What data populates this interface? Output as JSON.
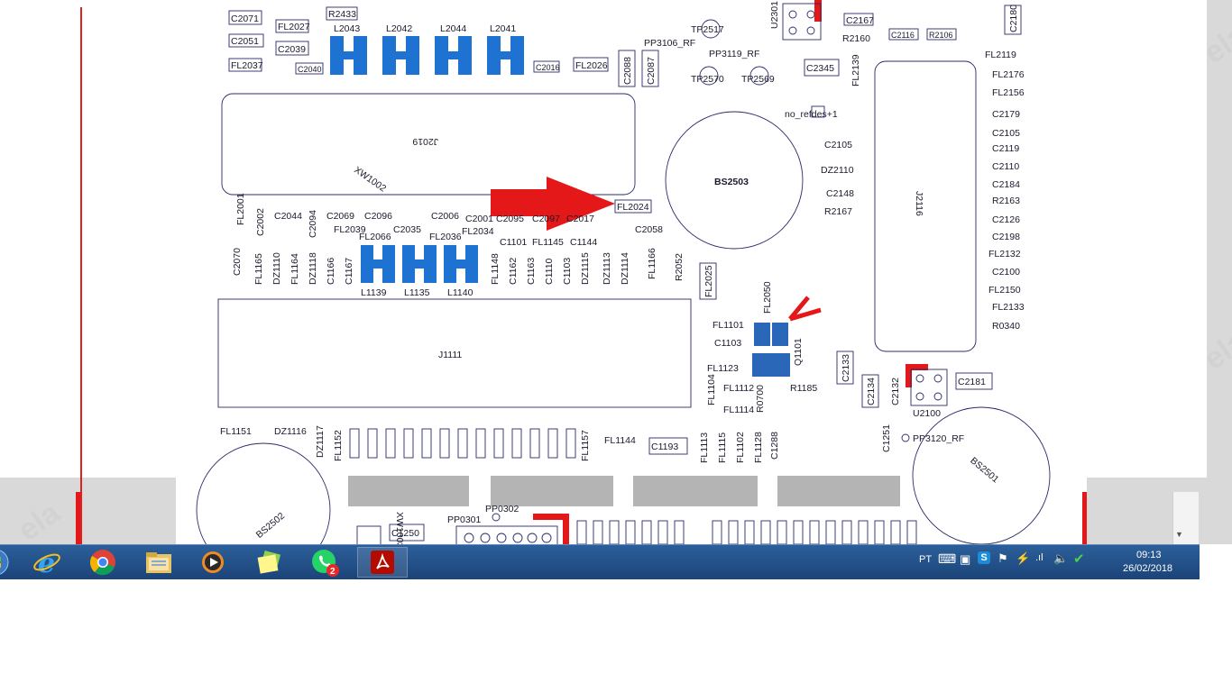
{
  "viewer": {
    "watermark_text": "ela",
    "components": {
      "J2019": "J2019",
      "XW1002": "XW1002",
      "BS2503": "BS2503",
      "J2116": "J2116",
      "J1111": "J1111",
      "BS2502": "BS2502",
      "BS2501": "BS2501",
      "Q1101": "Q1101",
      "U2301": "U2301",
      "U2100": "U2100",
      "XW1003": "XW1003",
      "no_refdes": "no_refdes+1",
      "PP3106": "PP3106_RF",
      "PP3119": "PP3119_RF",
      "PP3120": "PP3120_RF",
      "PP0301": "PP0301",
      "PP0302": "PP0302",
      "TP2517": "TP2517",
      "TP2570": "TP2570",
      "TP2569": "TP2569"
    },
    "top_labels": [
      "C2071",
      "R2433",
      "FL2027",
      "C2051",
      "C2039",
      "FL2037",
      "C2040",
      "C2016",
      "FL2026",
      "C2088",
      "C2087",
      "C2345",
      "FL2139",
      "C2167",
      "R2160",
      "C2116",
      "R2106",
      "C2180"
    ],
    "inductors": [
      "L2043",
      "L2042",
      "L2044",
      "L2041"
    ],
    "inductors_low": [
      "L1139",
      "L1135",
      "L1140"
    ],
    "mid_labels": [
      "FL2024",
      "C2058",
      "FL2001",
      "C2002",
      "C2044",
      "C2094",
      "C2069",
      "FL2039",
      "FL2066",
      "C2035",
      "C2096",
      "FL2036",
      "C2006",
      "C2001",
      "C2095",
      "FL2034",
      "C2097",
      "C2017",
      "C1101",
      "FL1145",
      "C1144",
      "C2070",
      "FL1165",
      "DZ1110",
      "FL1164",
      "DZ1118",
      "C1166",
      "C1167",
      "FL1148",
      "C1162",
      "C1163",
      "C1110",
      "C1103",
      "DZ1115",
      "DZ1113",
      "DZ1114",
      "FL1166",
      "R2052",
      "FL2025",
      "FL2050",
      "C2105",
      "DZ2110",
      "C2148",
      "R2167"
    ],
    "right_labels": [
      "FL2119",
      "FL2176",
      "FL2156",
      "C2179",
      "C2105",
      "C2119",
      "C2110",
      "C2184",
      "R2163",
      "C2126",
      "C2198",
      "FL2132",
      "C2100",
      "FL2150",
      "FL2133",
      "R0340"
    ],
    "lower_labels": [
      "FL1101",
      "C1103",
      "FL1123",
      "FL1112",
      "FL1104",
      "FL1114",
      "R0700",
      "R1185",
      "C2133",
      "C2134",
      "C2132",
      "C2181",
      "FL1151",
      "DZ1116",
      "DZ1117",
      "FL1152",
      "C1193",
      "FL1144",
      "FL1113",
      "FL1115",
      "FL1102",
      "FL1128",
      "C1288",
      "C1251",
      "C1250",
      "FL1157"
    ],
    "arrow_color": "#e41818",
    "board_outline_color": "#2b2b6b",
    "pad_color": "#1e73d2"
  },
  "taskbar": {
    "start": "start-orb",
    "apps": [
      {
        "name": "internet-explorer",
        "icon": "ie-icon"
      },
      {
        "name": "chrome",
        "icon": "chrome-icon"
      },
      {
        "name": "file-explorer",
        "icon": "folder-icon"
      },
      {
        "name": "media-player",
        "icon": "media-icon"
      },
      {
        "name": "sticky-notes",
        "icon": "notes-icon"
      },
      {
        "name": "whatsapp",
        "icon": "whatsapp-icon",
        "badge": "2"
      },
      {
        "name": "acrobat-reader",
        "icon": "acrobat-icon",
        "active": true
      }
    ],
    "tray": {
      "language": "PT",
      "time": "09:13",
      "date": "26/02/2018"
    }
  }
}
